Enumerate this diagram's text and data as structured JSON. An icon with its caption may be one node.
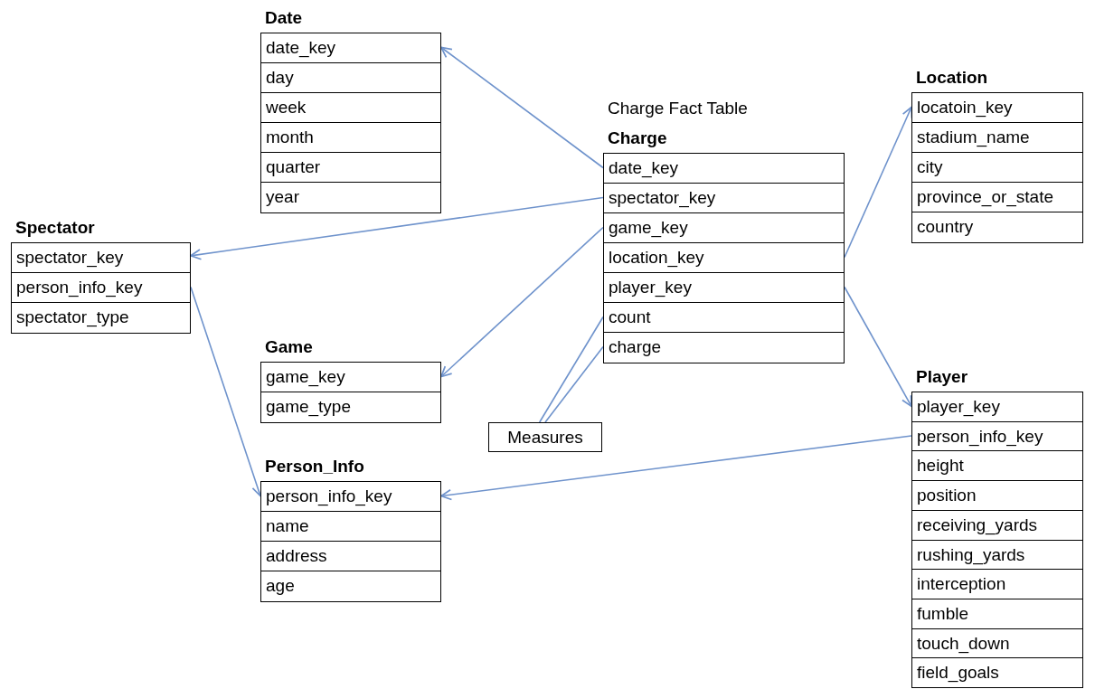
{
  "diagram": {
    "nodes": [
      {
        "text": [
          "Date"
        ]
      },
      {
        "text": [
          "date_key"
        ],
        "in": 0
      },
      {
        "text": [
          "day"
        ],
        "in": 0
      },
      {
        "text": [
          "week"
        ],
        "in": 0
      },
      {
        "text": [
          "month"
        ],
        "in": 0
      },
      {
        "text": [
          "quarter"
        ],
        "in": 0
      },
      {
        "text": [
          "year"
        ],
        "in": 0
      },
      {
        "text": [
          "Charge Fact Table",
          "Charge"
        ]
      },
      {
        "text": [
          "date_key"
        ],
        "in": 7
      },
      {
        "text": [
          "spectator_key"
        ],
        "in": 7
      },
      {
        "text": [
          "game_key"
        ],
        "in": 7
      },
      {
        "text": [
          "location_key"
        ],
        "in": 7
      },
      {
        "text": [
          "player_key"
        ],
        "in": 7
      },
      {
        "text": [
          "count"
        ],
        "in": 7
      },
      {
        "text": [
          "charge"
        ],
        "in": 7
      },
      {
        "text": [
          "Location"
        ]
      },
      {
        "text": [
          "locatoin_key"
        ],
        "in": 15
      },
      {
        "text": [
          "stadium_name"
        ],
        "in": 15
      },
      {
        "text": [
          "city"
        ],
        "in": 15
      },
      {
        "text": [
          "province_or_state"
        ],
        "in": 15
      },
      {
        "text": [
          "country"
        ],
        "in": 15
      },
      {
        "text": [
          "Spectator"
        ]
      },
      {
        "text": [
          "spectator_key"
        ],
        "in": 21
      },
      {
        "text": [
          "person_info_key"
        ],
        "in": 21
      },
      {
        "text": [
          "spectator_type"
        ],
        "in": 21
      },
      {
        "text": [
          "Game"
        ]
      },
      {
        "text": [
          "game_key"
        ],
        "in": 25
      },
      {
        "text": [
          "game_type"
        ],
        "in": 25
      },
      {
        "text": [
          "Measures"
        ]
      },
      {
        "text": [
          "Player"
        ]
      },
      {
        "text": [
          "player_key"
        ],
        "in": 29
      },
      {
        "text": [
          "person_info_key"
        ],
        "in": 29
      },
      {
        "text": [
          "height"
        ],
        "in": 29
      },
      {
        "text": [
          "position"
        ],
        "in": 29
      },
      {
        "text": [
          "receiving_yards"
        ],
        "in": 29
      },
      {
        "text": [
          "rushing_yards"
        ],
        "in": 29
      },
      {
        "text": [
          "interception"
        ],
        "in": 29
      },
      {
        "text": [
          "fumble"
        ],
        "in": 29
      },
      {
        "text": [
          "touch_down"
        ],
        "in": 29
      },
      {
        "text": [
          "field_goals"
        ],
        "in": 29
      },
      {
        "text": [
          "Person_Info"
        ]
      },
      {
        "text": [
          "person_info_key"
        ],
        "in": 40
      },
      {
        "text": [
          "name"
        ],
        "in": 40
      },
      {
        "text": [
          "address"
        ],
        "in": 40
      },
      {
        "text": [
          "age"
        ],
        "in": 40
      }
    ],
    "edges": [
      {
        "from": 8,
        "to": 1,
        "arrow": "to"
      },
      {
        "from": 9,
        "to": 22,
        "arrow": "to"
      },
      {
        "from": 10,
        "to": 26,
        "arrow": "to"
      },
      {
        "from": 11,
        "to": 16,
        "arrow": "to"
      },
      {
        "from": 12,
        "to": 30,
        "arrow": "to"
      },
      {
        "from": 23,
        "to": 41,
        "arrow": "to"
      },
      {
        "from": 31,
        "to": 41,
        "arrow": "to"
      },
      {
        "from": 28,
        "to": 13,
        "arrow": "none"
      },
      {
        "from": 28,
        "to": 14,
        "arrow": "none"
      }
    ]
  }
}
